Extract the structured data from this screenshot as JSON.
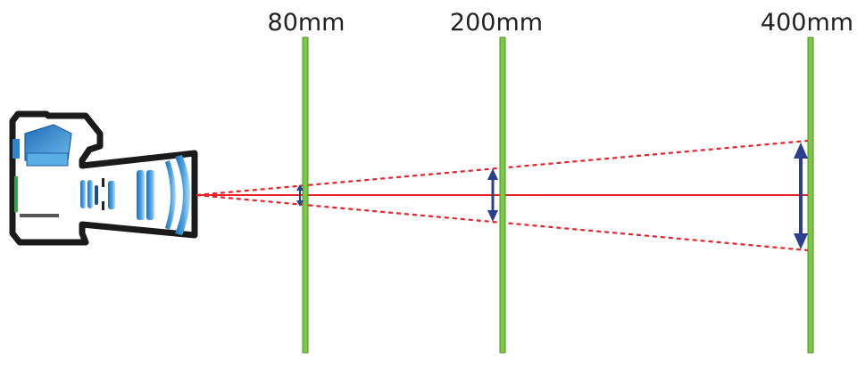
{
  "planes": [
    {
      "label": "80mm"
    },
    {
      "label": "200mm"
    },
    {
      "label": "400mm"
    }
  ],
  "colors": {
    "plane": "#7ac943",
    "plane_border": "#4f8f26",
    "ray": "#e8212a",
    "arrow": "#2b3f8f",
    "camera_outline": "#1a1a1a",
    "lens_blue": "#2e86d1",
    "lens_light": "#a9d3f2"
  }
}
